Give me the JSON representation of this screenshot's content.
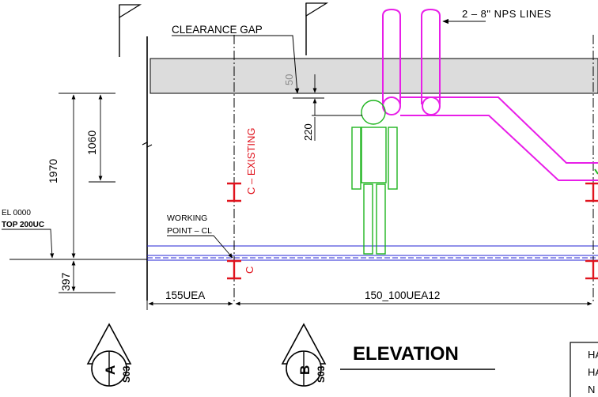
{
  "colors": {
    "line": "#000000",
    "pipe": "#e81ee8",
    "person": "#1fb51f",
    "column": "#e0141e",
    "beam": "#2323d6",
    "gap_fill": "#dcdcdc"
  },
  "labels": {
    "pipes_callout": "2 – 8\" NPS LINES",
    "clearance_gap": "CLEARANCE GAP",
    "working_point_1": "WORKING",
    "working_point_2": "POINT – CL",
    "el_1": "EL 0000",
    "el_2": "TOP 200UC",
    "column_existing": "C – EXISTING",
    "column_c": "C",
    "view_title": "ELEVATION"
  },
  "dims": {
    "d50": "50",
    "d220": "220",
    "d1060": "1060",
    "d1970": "1970",
    "d397": "397",
    "d155": "155UEA",
    "d150": "150_100UEA12"
  },
  "markers": [
    {
      "letter": "A",
      "sheet": "S03"
    },
    {
      "letter": "B",
      "sheet": "S03"
    }
  ],
  "title_block": {
    "lines": [
      "HA",
      "HA",
      "N"
    ]
  }
}
